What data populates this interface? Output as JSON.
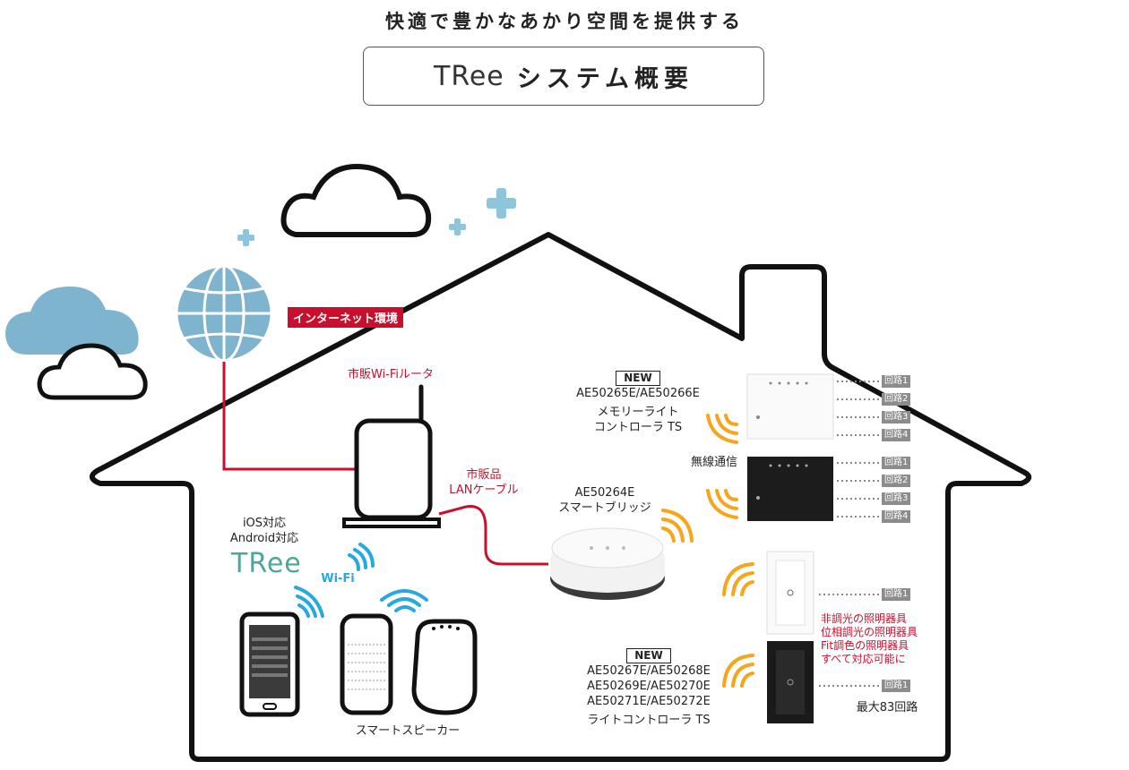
{
  "header": {
    "tagline": "快適で豊かなあかり空間を提供する",
    "logo_text": "TRee",
    "title": "システム概要"
  },
  "labels": {
    "internet": "インターネット環境",
    "router": "市販Wi-Fiルータ",
    "lan_cable_line1": "市販品",
    "lan_cable_line2": "LANケーブル",
    "bridge_model": "AE50264E",
    "bridge_name": "スマートブリッジ",
    "ios": "iOS対応",
    "android": "Android対応",
    "app_logo": "TRee",
    "wifi": "Wi-Fi",
    "speaker": "スマートスピーカー",
    "wireless": "無線通信",
    "memory_new": "NEW",
    "memory_models": "AE50265E/AE50266E",
    "memory_name_line1": "メモリーライト",
    "memory_name_line2": "コントローラ TS",
    "light_new": "NEW",
    "light_models_1": "AE50267E/AE50268E",
    "light_models_2": "AE50269E/AE50270E",
    "light_models_3": "AE50271E/AE50272E",
    "light_name": "ライトコントローラ TS",
    "note_1": "非調光の照明器具",
    "note_2": "位相調光の照明器具",
    "note_3": "Fit調色の照明器具",
    "note_4": "すべて対応可能に",
    "max_circuits": "最大83回路"
  },
  "circuits": {
    "white_panel": [
      "回路1",
      "回路2",
      "回路3",
      "回路4"
    ],
    "black_panel": [
      "回路1",
      "回路2",
      "回路3",
      "回路4"
    ],
    "white_switch": "回路1",
    "black_switch": "回路1"
  },
  "colors": {
    "red_line": "#c8102e",
    "wifi_blue": "#29a8e0",
    "wireless_orange": "#f7a51c",
    "globe_blue": "#7fb4cf",
    "cloud_blue": "#7fb4cf",
    "sparkle_blue": "#8cc5dc",
    "app_green": "#4fa59a"
  }
}
